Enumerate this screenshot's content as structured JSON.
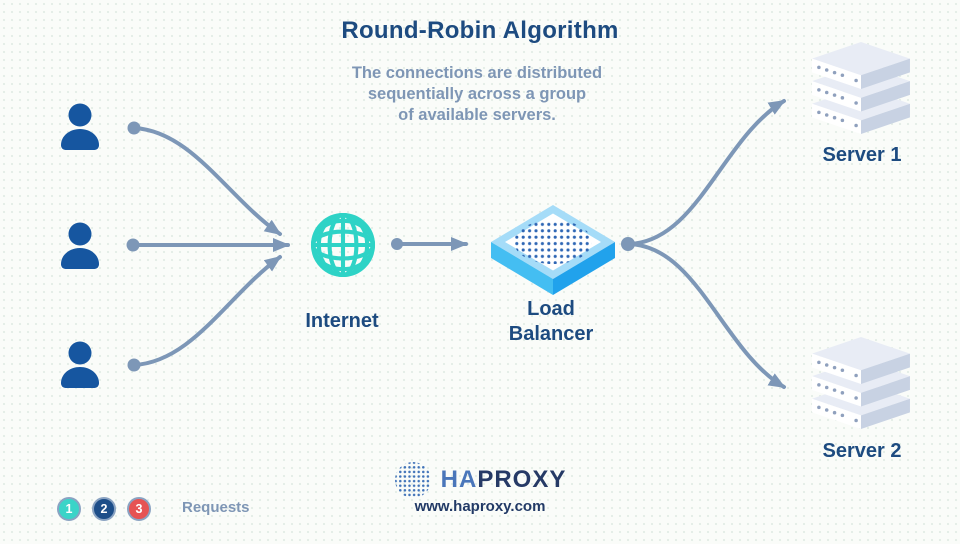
{
  "title": "Round-Robin Algorithm",
  "subtitle": {
    "line1": "The connections are distributed",
    "line2": "sequentially across a group",
    "line3": "of available servers."
  },
  "nodes": {
    "internet": {
      "label": "Internet",
      "icon": "globe-icon"
    },
    "load_balancer": {
      "label_line1": "Load",
      "label_line2": "Balancer",
      "icon": "load-balancer-box-icon"
    },
    "server1": {
      "label": "Server 1",
      "icon": "server-stack-icon"
    },
    "server2": {
      "label": "Server 2",
      "icon": "server-stack-icon"
    },
    "users": {
      "count": 3,
      "icon": "user-icon"
    }
  },
  "legend": {
    "items": [
      {
        "number": "1",
        "color": "#3bd4c8"
      },
      {
        "number": "2",
        "color": "#1d4e89"
      },
      {
        "number": "3",
        "color": "#e65353"
      }
    ],
    "label": "Requests",
    "ring_color": "#8aa3c2"
  },
  "footer": {
    "brand_ha": "HA",
    "brand_proxy": "PROXY",
    "brand_icon": "haproxy-dotted-sphere-icon",
    "website": "www.haproxy.com"
  },
  "colors": {
    "title_navy": "#1d4b80",
    "muted_blue_gray": "#7e96b5",
    "arrow": "#7d97b7",
    "person_blue": "#1656a0",
    "globe_teal": "#2ed3c6",
    "lb_top_border": "#a5dcf8",
    "lb_left_face": "#44bef2",
    "lb_right_face": "#21a2ec",
    "lb_dots": "#2e66b4",
    "server_top": "#e8ecf5",
    "server_side": "#c8d2e3",
    "server_front": "#ffffff",
    "background": "#fafcf9"
  }
}
